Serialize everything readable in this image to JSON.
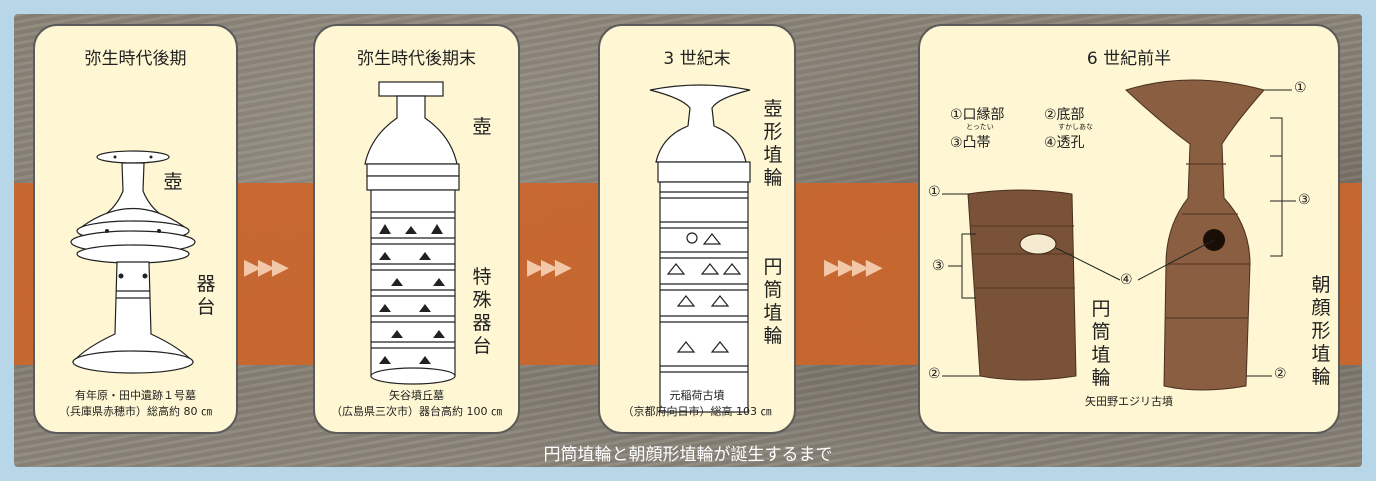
{
  "periods": [
    {
      "title": "弥生時代後期",
      "labels": [
        "壺",
        "器台"
      ],
      "caption_line1": "有年原・田中遺跡１号墓",
      "caption_line2": "（兵庫県赤穂市）総高約 80 ㎝"
    },
    {
      "title": "弥生時代後期末",
      "labels": [
        "壺",
        "特殊器台"
      ],
      "caption_line1": "矢谷墳丘墓",
      "caption_line2": "（広島県三次市）器台高約 100 ㎝"
    },
    {
      "title": "3 世紀末",
      "labels": [
        "壺形埴輪",
        "円筒埴輪"
      ],
      "caption_line1": "元稲荷古墳",
      "caption_line2": "（京都府向日市）総高 103 ㎝"
    },
    {
      "title": "6 世紀前半",
      "labels": [
        "円筒埴輪",
        "朝顔形埴輪"
      ],
      "caption_line1": "矢田野エジリ古墳",
      "caption_line2": ""
    }
  ],
  "legend": {
    "item1": "①口縁部",
    "item2": "②底部",
    "item3": "③凸帯",
    "item4": "④透孔",
    "ruby3": "とったい",
    "ruby4": "すかしあな"
  },
  "markers": {
    "one": "①",
    "two": "②",
    "three": "③",
    "four": "④"
  },
  "arrows": {
    "a1": "▶▶▶",
    "a2": "▶▶▶",
    "a3": "▶▶▶▶"
  },
  "footer_title": "円筒埴輪と朝顔形埴輪が誕生するまで",
  "colors": {
    "panel": "#fff7d3",
    "band": "#c9662c",
    "stone": "#7f786d",
    "frame": "#b7d6e8"
  }
}
